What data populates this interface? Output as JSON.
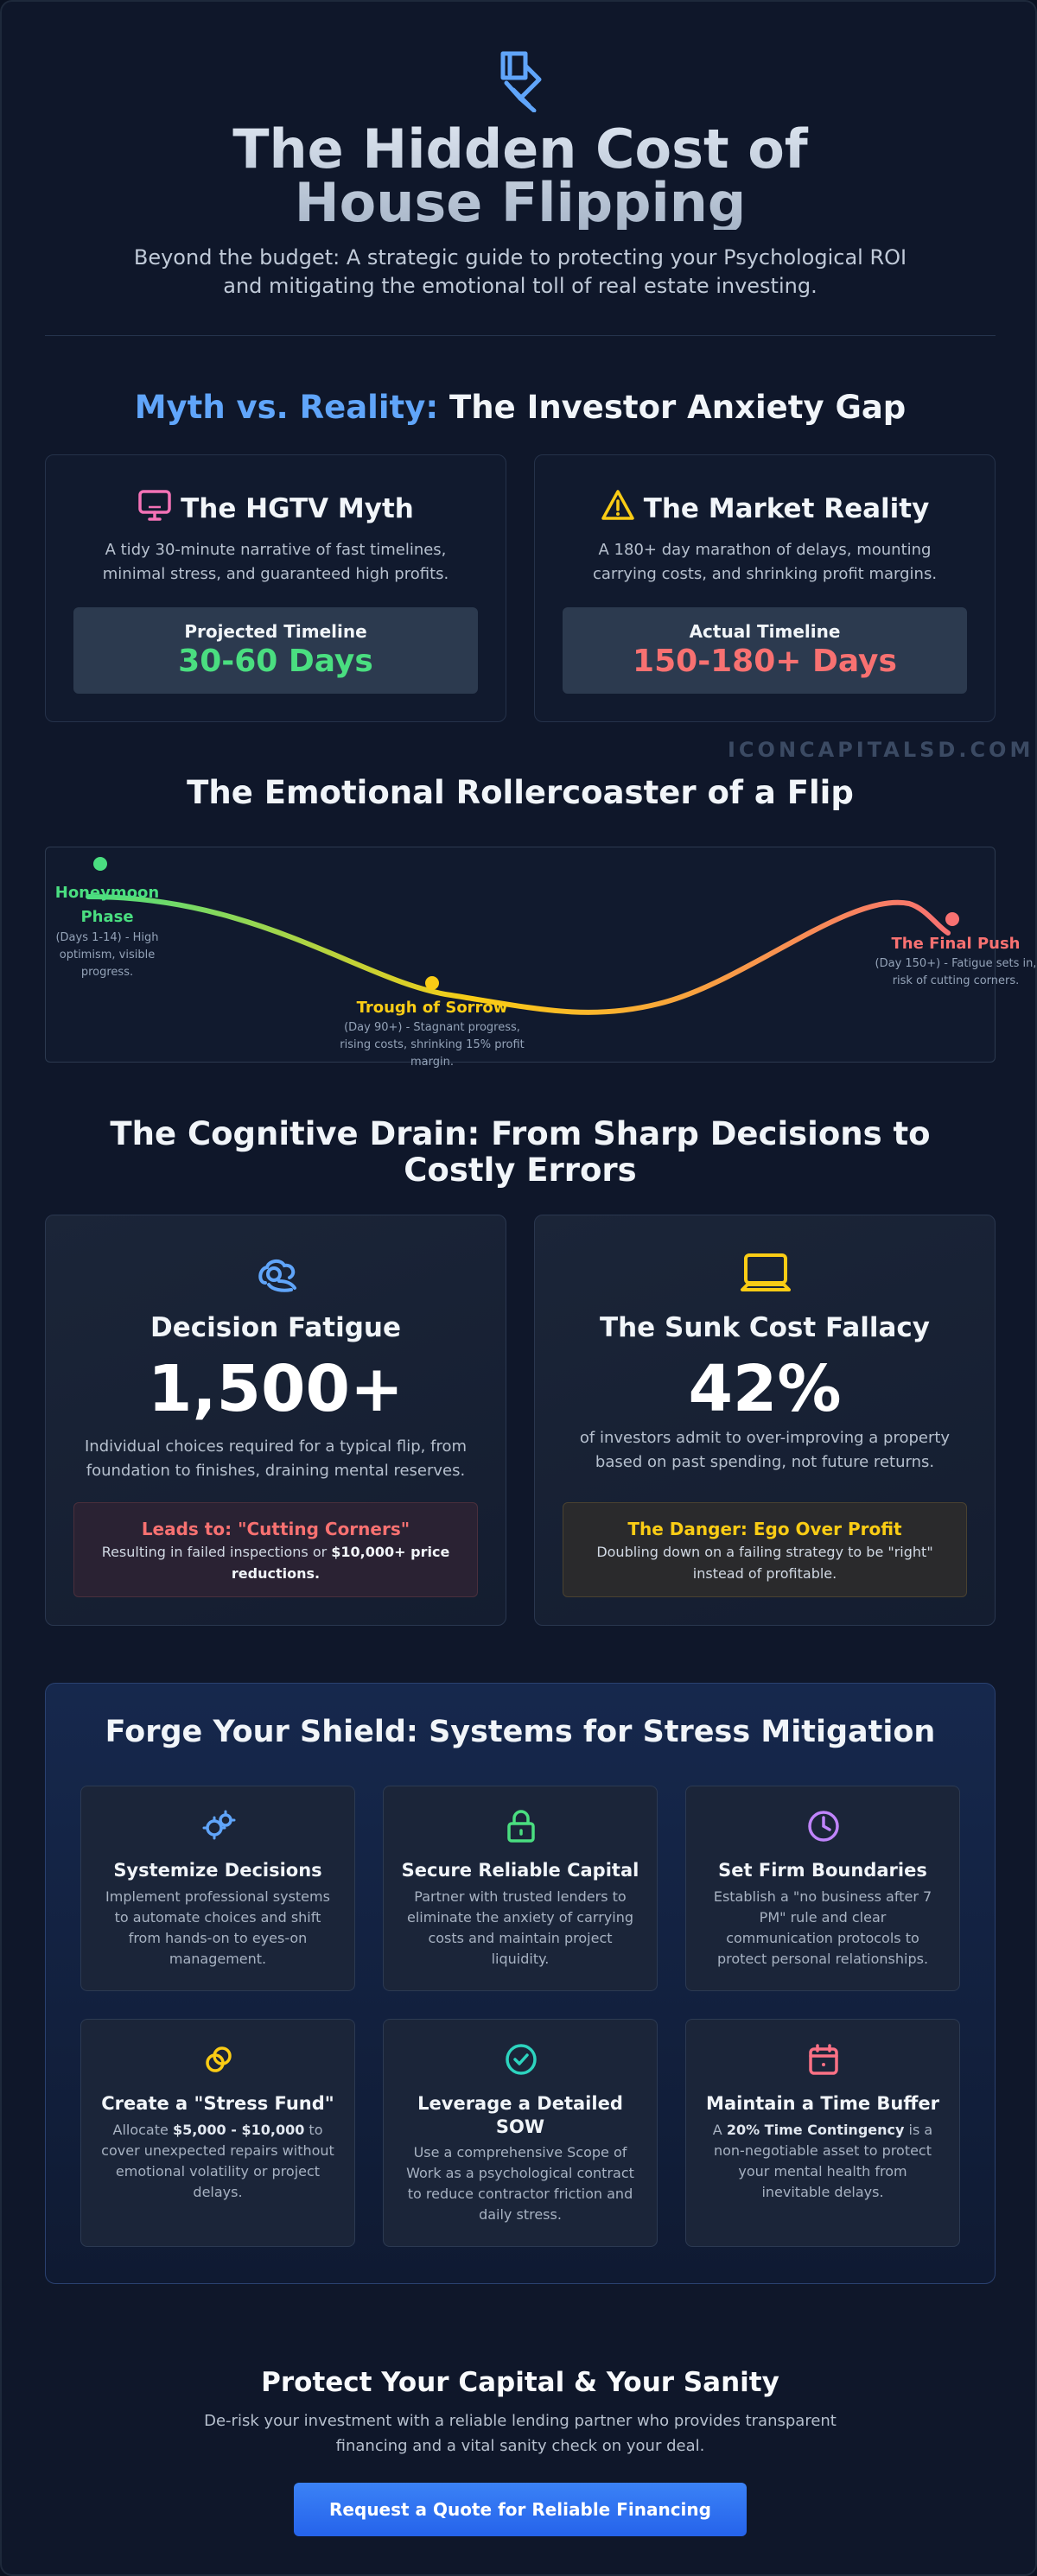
{
  "header": {
    "logo_icon": "building-monogram-icon",
    "title": "The Hidden Cost of House Flipping",
    "subtitle": "Beyond the budget: A strategic guide to protecting your Psychological ROI and mitigating the emotional toll of real estate investing."
  },
  "myth_section": {
    "heading_accent": "Myth vs. Reality:",
    "heading_rest": " The Investor Anxiety Gap",
    "myth_card": {
      "icon": "tv-icon",
      "title": "The HGTV Myth",
      "text": "A tidy 30-minute narrative of fast timelines, minimal stress, and guaranteed high profits.",
      "stat_label": "Projected Timeline",
      "stat_value": "30-60 Days",
      "stat_color": "#4ade80"
    },
    "reality_card": {
      "icon": "warning-triangle-icon",
      "title": "The Market Reality",
      "text": "A 180+ day marathon of delays, mounting carrying costs, and shrinking profit margins.",
      "stat_label": "Actual Timeline",
      "stat_value": "150-180+ Days",
      "stat_color": "#f87171"
    }
  },
  "watermark": "ICONCAPITALSD.COM",
  "rollercoaster": {
    "heading": "The Emotional Rollercoaster of a Flip",
    "phases": [
      {
        "name": "Honeymoon Phase",
        "detail": "(Days 1-14) - High optimism, visible progress.",
        "color": "#4ade80"
      },
      {
        "name": "Trough of Sorrow",
        "detail": "(Day 90+) - Stagnant progress, rising costs, shrinking 15% profit margin.",
        "color": "#facc15"
      },
      {
        "name": "The Final Push",
        "detail": "(Day 150+) - Fatigue sets in, risk of cutting corners.",
        "color": "#f87171"
      }
    ]
  },
  "cognitive": {
    "heading": "The Cognitive Drain: From Sharp Decisions to Costly Errors",
    "fatigue": {
      "icon": "brain-icon",
      "title": "Decision Fatigue",
      "stat": "1,500+",
      "text": "Individual choices required for a typical flip, from foundation to finishes, draining mental reserves.",
      "note_title": "Leads to: \"Cutting Corners\"",
      "note_text_pre": "Resulting in failed inspections or ",
      "note_text_bold": "$10,000+ price reductions.",
      "note_color": "#f87171"
    },
    "sunk_cost": {
      "icon": "laptop-icon",
      "title": "The Sunk Cost Fallacy",
      "stat": "42%",
      "text": "of investors admit to over-improving a property based on past spending, not future returns.",
      "note_title": "The Danger: Ego Over Profit",
      "note_text": "Doubling down on a failing strategy to be \"right\" instead of profitable.",
      "note_color": "#facc15"
    }
  },
  "shield": {
    "heading": "Forge Your Shield: Systems for Stress Mitigation",
    "tiles": [
      {
        "icon": "gears-icon",
        "icon_color": "#60a5fa",
        "title": "Systemize Decisions",
        "text": "Implement professional systems to automate choices and shift from hands-on to eyes-on management."
      },
      {
        "icon": "lock-icon",
        "icon_color": "#4ade80",
        "title": "Secure Reliable Capital",
        "text": "Partner with trusted lenders to eliminate the anxiety of carrying costs and maintain project liquidity."
      },
      {
        "icon": "clock-icon",
        "icon_color": "#c084fc",
        "title": "Set Firm Boundaries",
        "text": "Establish a \"no business after 7 PM\" rule and clear communication protocols to protect personal relationships."
      },
      {
        "icon": "coins-icon",
        "icon_color": "#facc15",
        "title": "Create a \"Stress Fund\"",
        "text_pre": "Allocate ",
        "text_bold": "$5,000 - $10,000",
        "text_post": " to cover unexpected repairs without emotional volatility or project delays."
      },
      {
        "icon": "check-circle-icon",
        "icon_color": "#2dd4bf",
        "title": "Leverage a Detailed SOW",
        "text": "Use a comprehensive Scope of Work as a psychological contract to reduce contractor friction and daily stress."
      },
      {
        "icon": "calendar-icon",
        "icon_color": "#fb7185",
        "title": "Maintain a Time Buffer",
        "text_pre": "A ",
        "text_bold": "20% Time Contingency",
        "text_post": " is a non-negotiable asset to protect your mental health from inevitable delays."
      }
    ]
  },
  "cta": {
    "title": "Protect Your Capital & Your Sanity",
    "text": "De-risk your investment with a reliable lending partner who provides transparent financing and a vital sanity check on your deal.",
    "button_label": "Request a Quote for Reliable Financing"
  }
}
